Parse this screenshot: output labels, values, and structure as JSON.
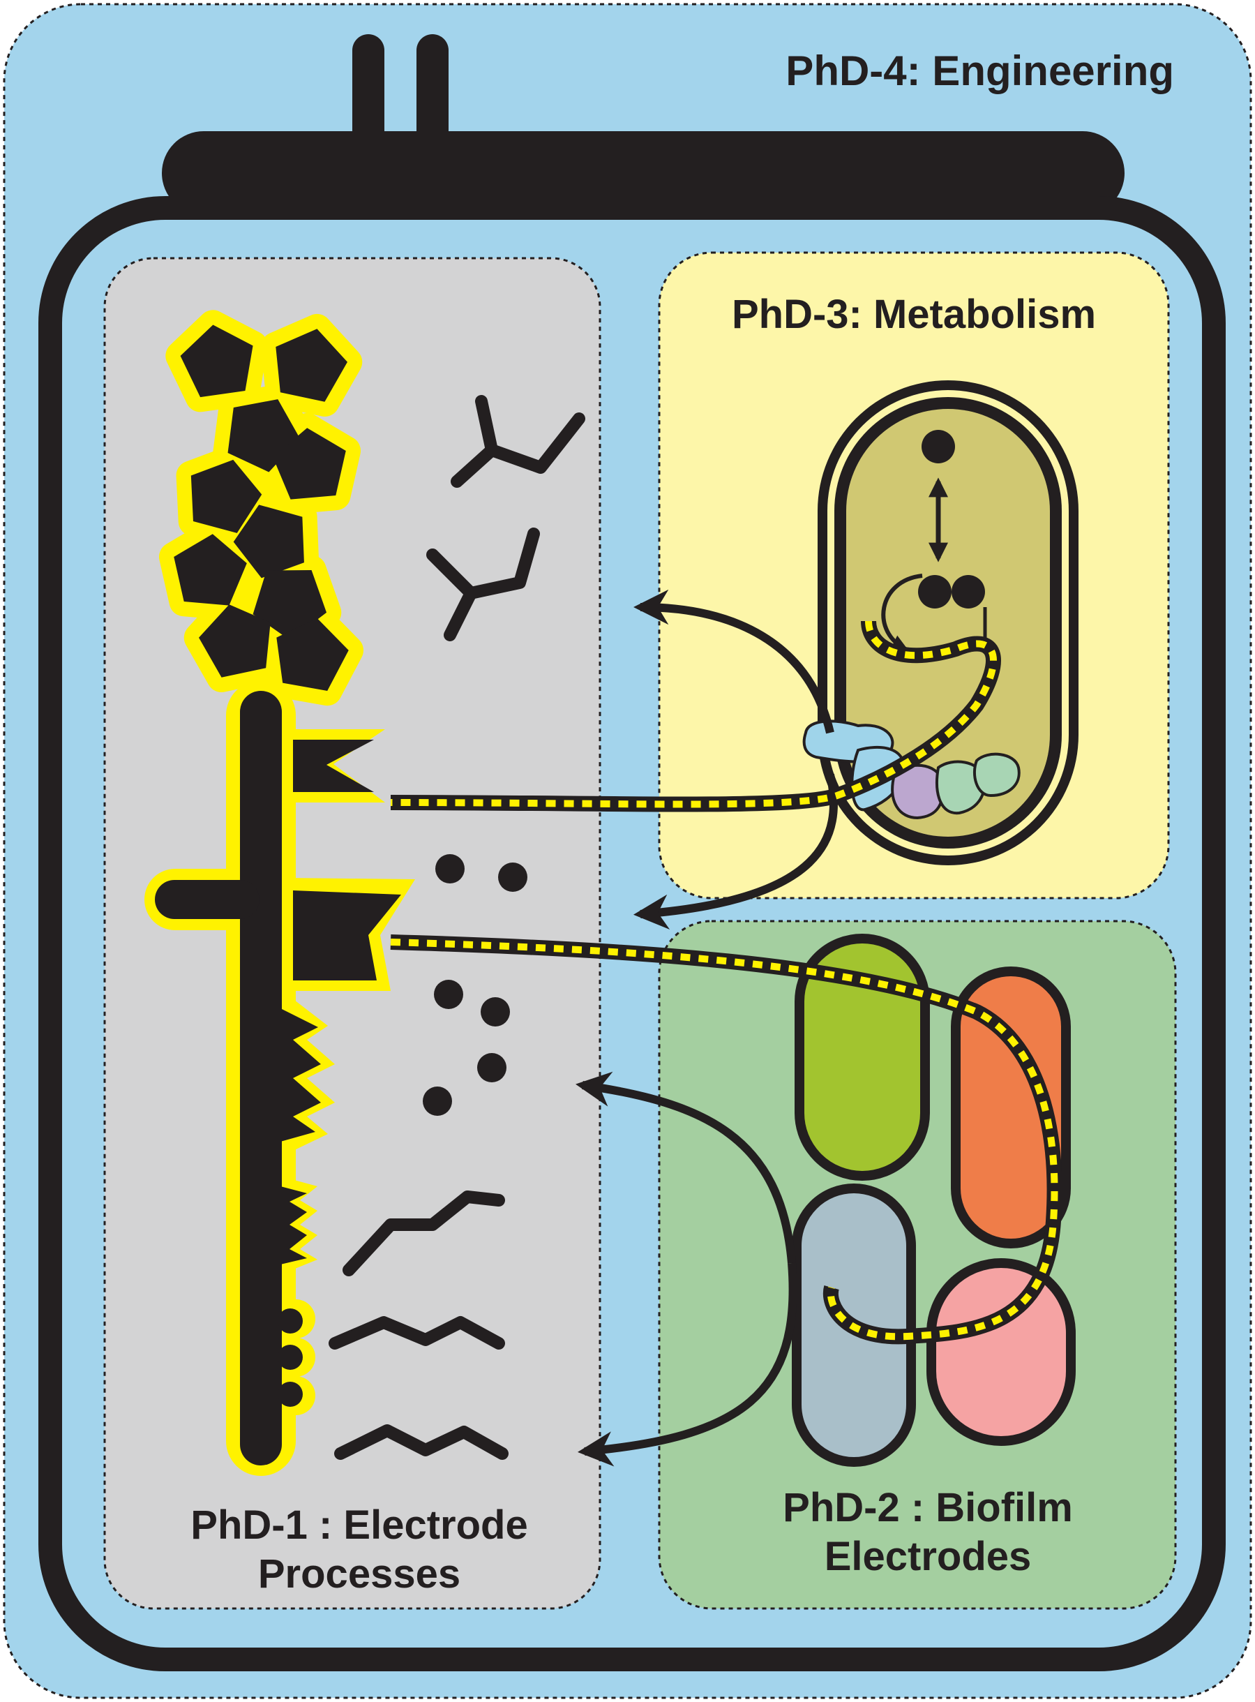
{
  "labels": {
    "engineering": "PhD-4: Engineering",
    "metabolism": "PhD-3: Metabolism",
    "electrode_line1": "PhD-1 : Electrode",
    "electrode_line2": "Processes",
    "biofilm_line1": "PhD-2 : Biofilm",
    "biofilm_line2": "Electrodes"
  },
  "colors": {
    "outer_bg": "#a3d4ec",
    "electrode_bg": "#d3d3d4",
    "metabolism_bg": "#fdf6a9",
    "biofilm_bg": "#a4cfa0",
    "electron_yellow": "#fff200",
    "ink": "#231f20",
    "cell_olive": "#d0c872",
    "bacterium_green": "#a2c42f",
    "bacterium_orange": "#ef7d49",
    "bacterium_grey": "#a9bfc9",
    "bacterium_pink": "#f5a3a3",
    "protein_blue": "#9fd4ea",
    "protein_purple": "#bca7cf",
    "protein_green": "#a8d5b4"
  },
  "icons": [
    "reactor-vessel-icon",
    "electrode-icon",
    "nanoparticle-cluster-icon",
    "bacterial-cell-icon",
    "molecule-icon",
    "electron-transfer-arrow-icon"
  ]
}
